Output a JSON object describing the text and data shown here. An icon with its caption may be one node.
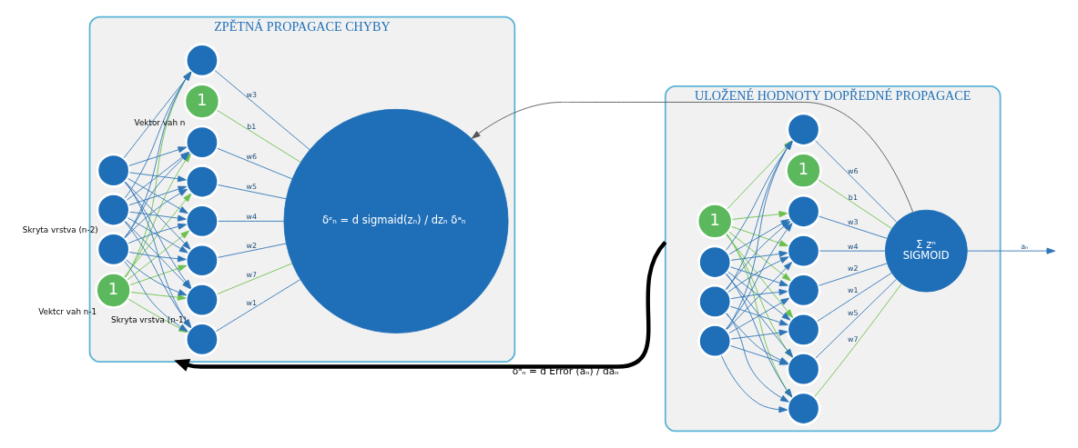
{
  "diagram": {
    "nodes": [
      {
        "text": [
          "ZPĚTNÁ PROPAGACE CHYBY"
        ]
      },
      {
        "text": [
          "1"
        ],
        "in": 0,
        "beside": [
          "Vektcr vah n-1"
        ]
      },
      {
        "text": [],
        "shape": "circle",
        "in": 0
      },
      {
        "text": [],
        "shape": "circle",
        "in": 0
      },
      {
        "text": [],
        "shape": "circle",
        "in": 0,
        "beside": [
          "Skryta vrstva (n-2)"
        ]
      },
      {
        "text": [
          "1"
        ],
        "in": 0,
        "beside": [
          "Vektor vah n"
        ]
      },
      {
        "text": [],
        "shape": "circle",
        "in": 0
      },
      {
        "text": [],
        "shape": "circle",
        "in": 0
      },
      {
        "text": [],
        "shape": "circle",
        "in": 0
      },
      {
        "text": [],
        "shape": "circle",
        "in": 0
      },
      {
        "text": [],
        "shape": "circle",
        "in": 0
      },
      {
        "text": [],
        "shape": "circle",
        "in": 0
      },
      {
        "text": [],
        "shape": "circle",
        "in": 0,
        "beside": [
          "Skryta vrstva (n-1)"
        ]
      },
      {
        "text": [
          "δᶻₙ = d sigmaid(zₙ) / dzₙ δᵃₙ"
        ],
        "in": 0
      },
      {
        "text": [
          "ULOŽENÉ HODNOTY DOPŘEDNÉ PROPAGACE"
        ]
      },
      {
        "text": [
          "1"
        ],
        "in": 14
      },
      {
        "text": [],
        "shape": "circle",
        "in": 14
      },
      {
        "text": [],
        "shape": "circle",
        "in": 14
      },
      {
        "text": [],
        "shape": "circle",
        "in": 14
      },
      {
        "text": [
          "1"
        ],
        "in": 14
      },
      {
        "text": [],
        "shape": "circle",
        "in": 14
      },
      {
        "text": [],
        "shape": "circle",
        "in": 14
      },
      {
        "text": [],
        "shape": "circle",
        "in": 14
      },
      {
        "text": [],
        "shape": "circle",
        "in": 14
      },
      {
        "text": [],
        "shape": "circle",
        "in": 14
      },
      {
        "text": [],
        "shape": "circle",
        "in": 14
      },
      {
        "text": [],
        "shape": "circle",
        "in": 14
      },
      {
        "text": [
          "Σ zⁿ",
          "SIGMOID"
        ],
        "in": 14
      }
    ],
    "edges": [
      {
        "from": 1,
        "to": 6,
        "arrow": "to",
        "color": "#6abf4b"
      },
      {
        "from": 1,
        "to": 7,
        "arrow": "to",
        "color": "#6abf4b"
      },
      {
        "from": 1,
        "to": 8,
        "arrow": "to",
        "color": "#6abf4b"
      },
      {
        "from": 1,
        "to": 9,
        "arrow": "to",
        "color": "#6abf4b"
      },
      {
        "from": 1,
        "to": 10,
        "arrow": "to",
        "color": "#6abf4b"
      },
      {
        "from": 1,
        "to": 11,
        "arrow": "to",
        "color": "#6abf4b"
      },
      {
        "from": 1,
        "to": 12,
        "arrow": "to",
        "color": "#6abf4b"
      },
      {
        "from": 2,
        "to": 6,
        "arrow": "to"
      },
      {
        "from": 2,
        "to": 7,
        "arrow": "to"
      },
      {
        "from": 2,
        "to": 8,
        "arrow": "to"
      },
      {
        "from": 2,
        "to": 9,
        "arrow": "to"
      },
      {
        "from": 2,
        "to": 10,
        "arrow": "to"
      },
      {
        "from": 2,
        "to": 11,
        "arrow": "to"
      },
      {
        "from": 2,
        "to": 12,
        "arrow": "to"
      },
      {
        "from": 3,
        "to": 6,
        "arrow": "to"
      },
      {
        "from": 3,
        "to": 7,
        "arrow": "to"
      },
      {
        "from": 3,
        "to": 8,
        "arrow": "to"
      },
      {
        "from": 3,
        "to": 9,
        "arrow": "to"
      },
      {
        "from": 3,
        "to": 10,
        "arrow": "to"
      },
      {
        "from": 3,
        "to": 11,
        "arrow": "to"
      },
      {
        "from": 3,
        "to": 12,
        "arrow": "to"
      },
      {
        "from": 4,
        "to": 6,
        "arrow": "to"
      },
      {
        "from": 4,
        "to": 7,
        "arrow": "to"
      },
      {
        "from": 4,
        "to": 8,
        "arrow": "to"
      },
      {
        "from": 4,
        "to": 9,
        "arrow": "to"
      },
      {
        "from": 4,
        "to": 10,
        "arrow": "to"
      },
      {
        "from": 4,
        "to": 11,
        "arrow": "to"
      },
      {
        "from": 4,
        "to": 12,
        "arrow": "to"
      },
      {
        "from": 5,
        "to": 13,
        "arrow": "none",
        "label": "b1",
        "color": "#6abf4b"
      },
      {
        "from": 6,
        "to": 13,
        "arrow": "none",
        "label": "w1"
      },
      {
        "from": 7,
        "to": 13,
        "arrow": "none",
        "label": "w2"
      },
      {
        "from": 8,
        "to": 13,
        "arrow": "none",
        "label": "w3"
      },
      {
        "from": 9,
        "to": 13,
        "arrow": "none",
        "label": "w4"
      },
      {
        "from": 10,
        "to": 13,
        "arrow": "none",
        "label": "w5"
      },
      {
        "from": 11,
        "to": 13,
        "arrow": "none",
        "label": "w6"
      },
      {
        "from": 12,
        "to": 13,
        "arrow": "none",
        "label": "w7",
        "color": "#6abf4b"
      },
      {
        "from": 15,
        "to": 20,
        "arrow": "to",
        "color": "#6abf4b"
      },
      {
        "from": 15,
        "to": 21,
        "arrow": "to",
        "color": "#6abf4b"
      },
      {
        "from": 15,
        "to": 22,
        "arrow": "to",
        "color": "#6abf4b"
      },
      {
        "from": 15,
        "to": 23,
        "arrow": "to",
        "color": "#6abf4b"
      },
      {
        "from": 15,
        "to": 24,
        "arrow": "to",
        "color": "#6abf4b"
      },
      {
        "from": 15,
        "to": 25,
        "arrow": "to",
        "color": "#6abf4b"
      },
      {
        "from": 15,
        "to": 26,
        "arrow": "to",
        "color": "#6abf4b"
      },
      {
        "from": 16,
        "to": 20,
        "arrow": "to"
      },
      {
        "from": 16,
        "to": 21,
        "arrow": "to"
      },
      {
        "from": 16,
        "to": 22,
        "arrow": "to"
      },
      {
        "from": 16,
        "to": 23,
        "arrow": "to"
      },
      {
        "from": 16,
        "to": 24,
        "arrow": "to"
      },
      {
        "from": 16,
        "to": 25,
        "arrow": "to"
      },
      {
        "from": 16,
        "to": 26,
        "arrow": "to"
      },
      {
        "from": 17,
        "to": 20,
        "arrow": "to"
      },
      {
        "from": 17,
        "to": 21,
        "arrow": "to"
      },
      {
        "from": 17,
        "to": 22,
        "arrow": "to"
      },
      {
        "from": 17,
        "to": 23,
        "arrow": "to"
      },
      {
        "from": 17,
        "to": 24,
        "arrow": "to"
      },
      {
        "from": 17,
        "to": 25,
        "arrow": "to"
      },
      {
        "from": 17,
        "to": 26,
        "arrow": "to"
      },
      {
        "from": 18,
        "to": 20,
        "arrow": "to"
      },
      {
        "from": 18,
        "to": 21,
        "arrow": "to"
      },
      {
        "from": 18,
        "to": 22,
        "arrow": "to"
      },
      {
        "from": 18,
        "to": 23,
        "arrow": "to"
      },
      {
        "from": 18,
        "to": 24,
        "arrow": "to"
      },
      {
        "from": 18,
        "to": 25,
        "arrow": "to"
      },
      {
        "from": 18,
        "to": 26,
        "arrow": "to"
      },
      {
        "from": 19,
        "to": 27,
        "arrow": "none",
        "label": "b1",
        "color": "#6abf4b"
      },
      {
        "from": 20,
        "to": 27,
        "arrow": "none",
        "label": "w1"
      },
      {
        "from": 21,
        "to": 27,
        "arrow": "none",
        "label": "w2"
      },
      {
        "from": 22,
        "to": 27,
        "arrow": "none",
        "label": "w3"
      },
      {
        "from": 23,
        "to": 27,
        "arrow": "none",
        "label": "w4"
      },
      {
        "from": 24,
        "to": 27,
        "arrow": "none",
        "label": "w5"
      },
      {
        "from": 25,
        "to": 27,
        "arrow": "none",
        "label": "w6"
      },
      {
        "from": 26,
        "to": 27,
        "arrow": "none",
        "label": "w7",
        "color": "#6abf4b"
      },
      {
        "from": 27,
        "to": 13,
        "arrow": "to",
        "color": "#555555"
      },
      {
        "from": 14,
        "to": 0,
        "arrow": "to",
        "label": "δᵃₙ = d Error (aₙ) / daₙ",
        "color": "#000000",
        "style": "thick"
      },
      {
        "from": 27,
        "to": null,
        "arrow": "to",
        "label": "aₙ"
      }
    ]
  }
}
